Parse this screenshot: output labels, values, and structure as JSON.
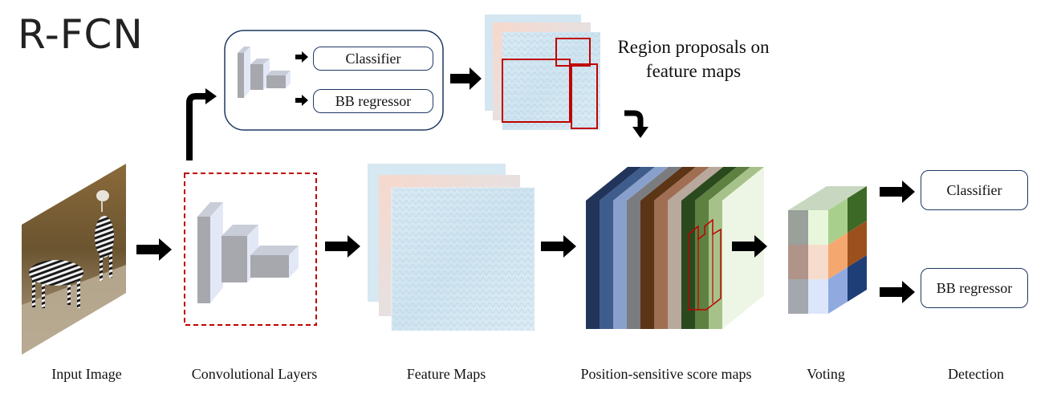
{
  "title": "R-FCN",
  "region_proposals_label": {
    "line1": "Region proposals on",
    "line2": "feature maps"
  },
  "rpn": {
    "classifier_label": "Classifier",
    "bb_regressor_label": "BB regressor"
  },
  "detection": {
    "classifier_label": "Classifier",
    "bb_regressor_label": "BB regressor"
  },
  "stages": [
    {
      "label": "Input Image"
    },
    {
      "label": "Convolutional Layers"
    },
    {
      "label": "Feature Maps"
    },
    {
      "label": "Position-sensitive score maps"
    },
    {
      "label": "Voting"
    },
    {
      "label": "Detection"
    }
  ],
  "colors": {
    "frame_border": "#1f3864",
    "dashed_box": "#c00000",
    "proposal_box": "#c00000",
    "arrow": "#000000",
    "block_front": "#a6a8ae",
    "block_side": "#e3e8f6",
    "score_map_layers": [
      "#22345a",
      "#3e5d8c",
      "#8aa0cc",
      "#7a7c80",
      "#5c3416",
      "#a06e52",
      "#b9a89c",
      "#2a4a1e",
      "#5e8040",
      "#a6c28a",
      "#edf6e4"
    ],
    "voting_cells": [
      "#9aa09a",
      "#e8f7dc",
      "#a8d08c",
      "#3c6a26",
      "#b0948a",
      "#f6dccc",
      "#f4a870",
      "#9c501e",
      "#a4a8ae",
      "#dce6fa",
      "#90aae0",
      "#1e3e78"
    ]
  },
  "icons": [
    "right-arrow-icon",
    "up-right-arrow-icon",
    "down-right-arrow-icon"
  ]
}
